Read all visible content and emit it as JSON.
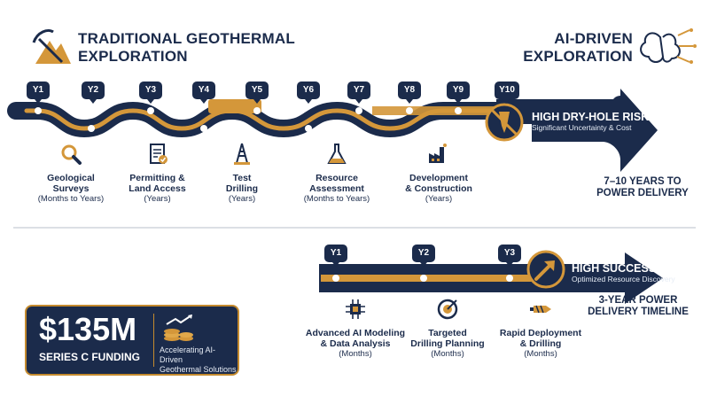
{
  "traditional": {
    "title_line1": "TRADITIONAL GEOTHERMAL",
    "title_line2": "EXPLORATION",
    "years": [
      "Y1",
      "Y2",
      "Y3",
      "Y4",
      "Y5",
      "Y6",
      "Y7",
      "Y8",
      "Y9",
      "Y10"
    ],
    "risk_title": "HIGH DRY-HOLE RISK",
    "risk_subtitle": "Significant Uncertainty & Cost",
    "delivery_line1": "7–10 YEARS TO",
    "delivery_line2": "POWER DELIVERY",
    "steps": [
      {
        "l1": "Geological",
        "l2": "Surveys",
        "sub": "(Months to Years)",
        "icon": "magnifier-icon"
      },
      {
        "l1": "Permitting &",
        "l2": "Land Access",
        "sub": "(Years)",
        "icon": "document-check-icon"
      },
      {
        "l1": "Test",
        "l2": "Drilling",
        "sub": "(Years)",
        "icon": "drill-rig-icon"
      },
      {
        "l1": "Resource",
        "l2": "Assessment",
        "sub": "(Months to Years)",
        "icon": "flask-icon"
      },
      {
        "l1": "Development",
        "l2": "& Construction",
        "sub": "(Years)",
        "icon": "factory-icon"
      }
    ]
  },
  "ai": {
    "title_line1": "AI-DRIVEN",
    "title_line2": "EXPLORATION",
    "years": [
      "Y1",
      "Y2",
      "Y3"
    ],
    "success_title": "HIGH SUCCESS RATES",
    "success_subtitle": "Optimized Resource Discovery",
    "timeline_line1": "3-YEAR POWER",
    "timeline_line2": "DELIVERY TIMELINE",
    "steps": [
      {
        "l1": "Advanced AI Modeling",
        "l2": "& Data Analysis",
        "sub": "(Months)",
        "icon": "chip-icon"
      },
      {
        "l1": "Targeted",
        "l2": "Drilling Planning",
        "sub": "(Months)",
        "icon": "target-icon"
      },
      {
        "l1": "Rapid Deployment",
        "l2": "& Drilling",
        "sub": "(Months)",
        "icon": "drill-bit-icon"
      }
    ]
  },
  "funding": {
    "amount": "$135M",
    "label": "SERIES C FUNDING",
    "desc_line1": "Accelerating AI-Driven",
    "desc_line2": "Geothermal Solutions"
  },
  "colors": {
    "navy": "#1b2b4b",
    "gold": "#d4973a",
    "white": "#ffffff"
  }
}
